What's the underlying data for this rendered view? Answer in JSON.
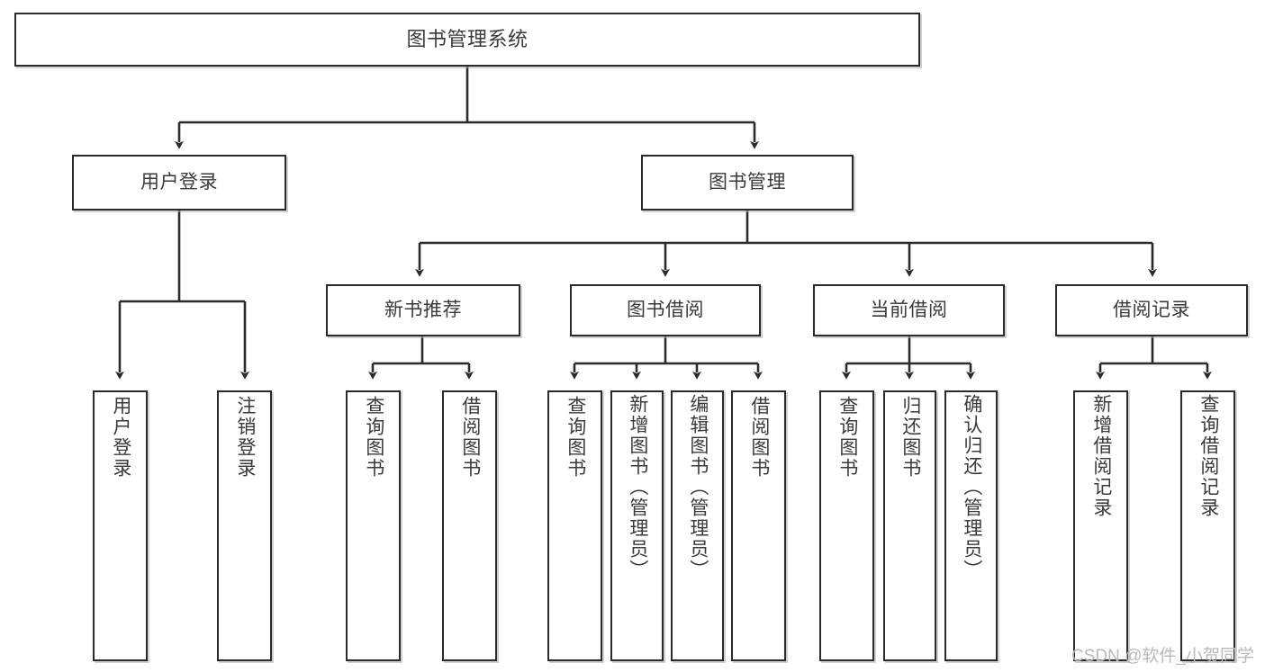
{
  "diagram": {
    "title": "图书管理系统",
    "type": "tree-hierarchy-chart",
    "style": {
      "background": "#ffffff",
      "box_border": "#2b2b2b",
      "box_fill": "#ffffff",
      "text_color": "#3a3a3a",
      "edge_color": "#2b2b2b",
      "watermark_color": "#b9b9b9"
    }
  },
  "nodes": {
    "root": {
      "label": "图书管理系统"
    },
    "level2": [
      {
        "label": "用户登录"
      },
      {
        "label": "图书管理"
      }
    ],
    "level3": [
      {
        "label": "新书推荐"
      },
      {
        "label": "图书借阅"
      },
      {
        "label": "当前借阅"
      },
      {
        "label": "借阅记录"
      }
    ],
    "leaves": {
      "user_login": [
        {
          "label": "用户登录"
        },
        {
          "label": "注销登录"
        }
      ],
      "new_book_recommend": [
        {
          "label": "查询图书"
        },
        {
          "label": "借阅图书"
        }
      ],
      "book_borrow": [
        {
          "label": "查询图书"
        },
        {
          "label": "新增图书（管理员）"
        },
        {
          "label": "编辑图书（管理员）"
        },
        {
          "label": "借阅图书"
        }
      ],
      "current_borrow": [
        {
          "label": "查询图书"
        },
        {
          "label": "归还图书"
        },
        {
          "label": "确认归还（管理员）"
        }
      ],
      "borrow_record": [
        {
          "label": "新增借阅记录"
        },
        {
          "label": "查询借阅记录"
        }
      ]
    }
  },
  "watermark": {
    "text": "CSDN @软件_小贺同学"
  }
}
